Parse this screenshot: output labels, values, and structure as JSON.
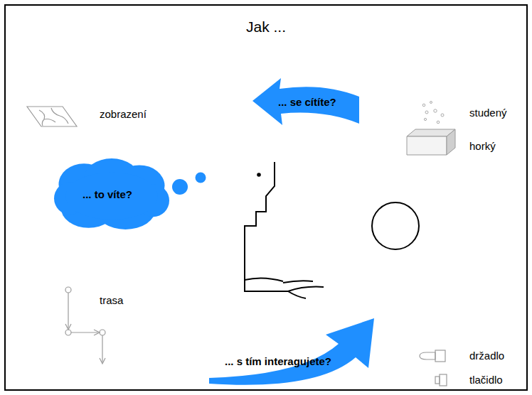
{
  "diagram": {
    "title": "Jak ...",
    "nodes": [
      {
        "text": [
          "... se cítíte?"
        ]
      },
      {
        "text": [
          "... to víte?"
        ]
      },
      {
        "text": [
          "... s tím interagujete?"
        ]
      }
    ],
    "labels": [
      "zobrazení",
      "studený",
      "horký",
      "trasa",
      "držadlo",
      "tlačidlo"
    ]
  }
}
